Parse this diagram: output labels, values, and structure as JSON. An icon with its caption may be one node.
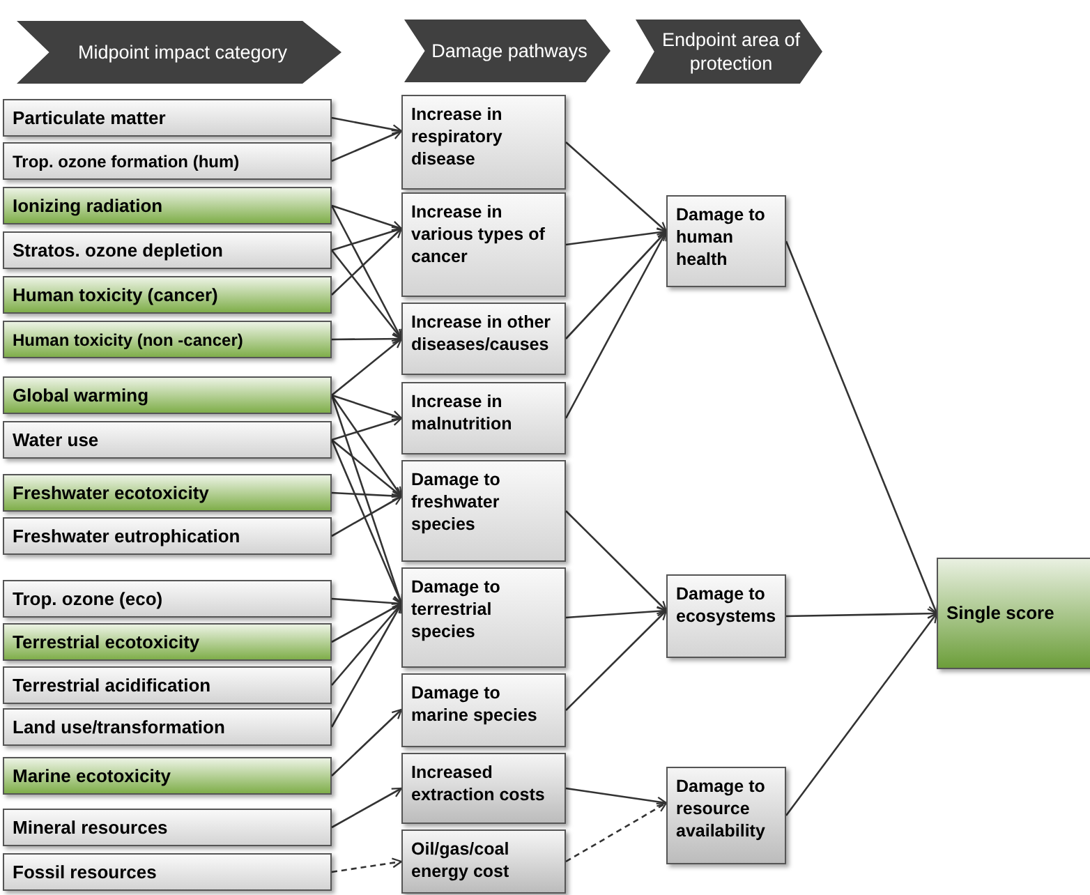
{
  "diagram": {
    "nodes": [
      {
        "text": [
          "Midpoint impact category"
        ]
      },
      {
        "text": [
          "Damage pathways"
        ]
      },
      {
        "text": [
          "Endpoint area of protection"
        ]
      },
      {
        "text": [
          "Particulate matter"
        ]
      },
      {
        "text": [
          "Trop. ozone formation (hum)"
        ]
      },
      {
        "text": [
          "Ionizing radiation"
        ]
      },
      {
        "text": [
          "Stratos. ozone depletion"
        ]
      },
      {
        "text": [
          "Human toxicity (cancer)"
        ]
      },
      {
        "text": [
          "Human toxicity (non -cancer)"
        ]
      },
      {
        "text": [
          "Global warming"
        ]
      },
      {
        "text": [
          "Water use"
        ]
      },
      {
        "text": [
          "Freshwater ecotoxicity"
        ]
      },
      {
        "text": [
          "Freshwater eutrophication"
        ]
      },
      {
        "text": [
          "Trop. ozone (eco)"
        ]
      },
      {
        "text": [
          "Terrestrial ecotoxicity"
        ]
      },
      {
        "text": [
          "Terrestrial acidification"
        ]
      },
      {
        "text": [
          "Land use/transformation"
        ]
      },
      {
        "text": [
          "Marine ecotoxicity"
        ]
      },
      {
        "text": [
          "Mineral resources"
        ]
      },
      {
        "text": [
          "Fossil resources"
        ]
      },
      {
        "text": [
          "Increase in respiratory disease"
        ]
      },
      {
        "text": [
          "Increase in various types of cancer"
        ]
      },
      {
        "text": [
          "Increase in other diseases/causes"
        ]
      },
      {
        "text": [
          "Increase in malnutrition"
        ]
      },
      {
        "text": [
          "Damage to freshwater species"
        ]
      },
      {
        "text": [
          "Damage to terrestrial species"
        ]
      },
      {
        "text": [
          "Damage to marine species"
        ]
      },
      {
        "text": [
          "Increased extraction costs"
        ]
      },
      {
        "text": [
          "Oil/gas/coal energy cost"
        ]
      },
      {
        "text": [
          "Damage to human health"
        ]
      },
      {
        "text": [
          "Damage to ecosystems"
        ]
      },
      {
        "text": [
          "Damage to resource availability"
        ]
      },
      {
        "text": [
          "Single score"
        ]
      }
    ],
    "edges": [
      {
        "from": 3,
        "to": 20,
        "arrow": "to"
      },
      {
        "from": 4,
        "to": 20,
        "arrow": "to"
      },
      {
        "from": 5,
        "to": 21,
        "arrow": "to"
      },
      {
        "from": 5,
        "to": 22,
        "arrow": "to"
      },
      {
        "from": 6,
        "to": 21,
        "arrow": "to"
      },
      {
        "from": 6,
        "to": 22,
        "arrow": "to"
      },
      {
        "from": 7,
        "to": 21,
        "arrow": "to"
      },
      {
        "from": 8,
        "to": 22,
        "arrow": "to"
      },
      {
        "from": 9,
        "to": 22,
        "arrow": "to"
      },
      {
        "from": 9,
        "to": 23,
        "arrow": "to"
      },
      {
        "from": 9,
        "to": 24,
        "arrow": "to"
      },
      {
        "from": 9,
        "to": 25,
        "arrow": "to"
      },
      {
        "from": 10,
        "to": 23,
        "arrow": "to"
      },
      {
        "from": 10,
        "to": 24,
        "arrow": "to"
      },
      {
        "from": 10,
        "to": 25,
        "arrow": "to"
      },
      {
        "from": 11,
        "to": 24,
        "arrow": "to"
      },
      {
        "from": 12,
        "to": 24,
        "arrow": "to"
      },
      {
        "from": 13,
        "to": 25,
        "arrow": "to"
      },
      {
        "from": 14,
        "to": 25,
        "arrow": "to"
      },
      {
        "from": 15,
        "to": 25,
        "arrow": "to"
      },
      {
        "from": 16,
        "to": 25,
        "arrow": "to"
      },
      {
        "from": 17,
        "to": 26,
        "arrow": "to"
      },
      {
        "from": 18,
        "to": 27,
        "arrow": "to"
      },
      {
        "from": 19,
        "to": 28,
        "arrow": "to",
        "style": "dashed"
      },
      {
        "from": 20,
        "to": 29,
        "arrow": "to"
      },
      {
        "from": 21,
        "to": 29,
        "arrow": "to"
      },
      {
        "from": 22,
        "to": 29,
        "arrow": "to"
      },
      {
        "from": 23,
        "to": 29,
        "arrow": "to"
      },
      {
        "from": 24,
        "to": 30,
        "arrow": "to"
      },
      {
        "from": 25,
        "to": 30,
        "arrow": "to"
      },
      {
        "from": 26,
        "to": 30,
        "arrow": "to"
      },
      {
        "from": 27,
        "to": 31,
        "arrow": "to"
      },
      {
        "from": 28,
        "to": 31,
        "arrow": "to",
        "style": "dashed"
      },
      {
        "from": 29,
        "to": 32,
        "arrow": "to"
      },
      {
        "from": 30,
        "to": 32,
        "arrow": "to"
      },
      {
        "from": 31,
        "to": 32,
        "arrow": "to"
      }
    ]
  }
}
